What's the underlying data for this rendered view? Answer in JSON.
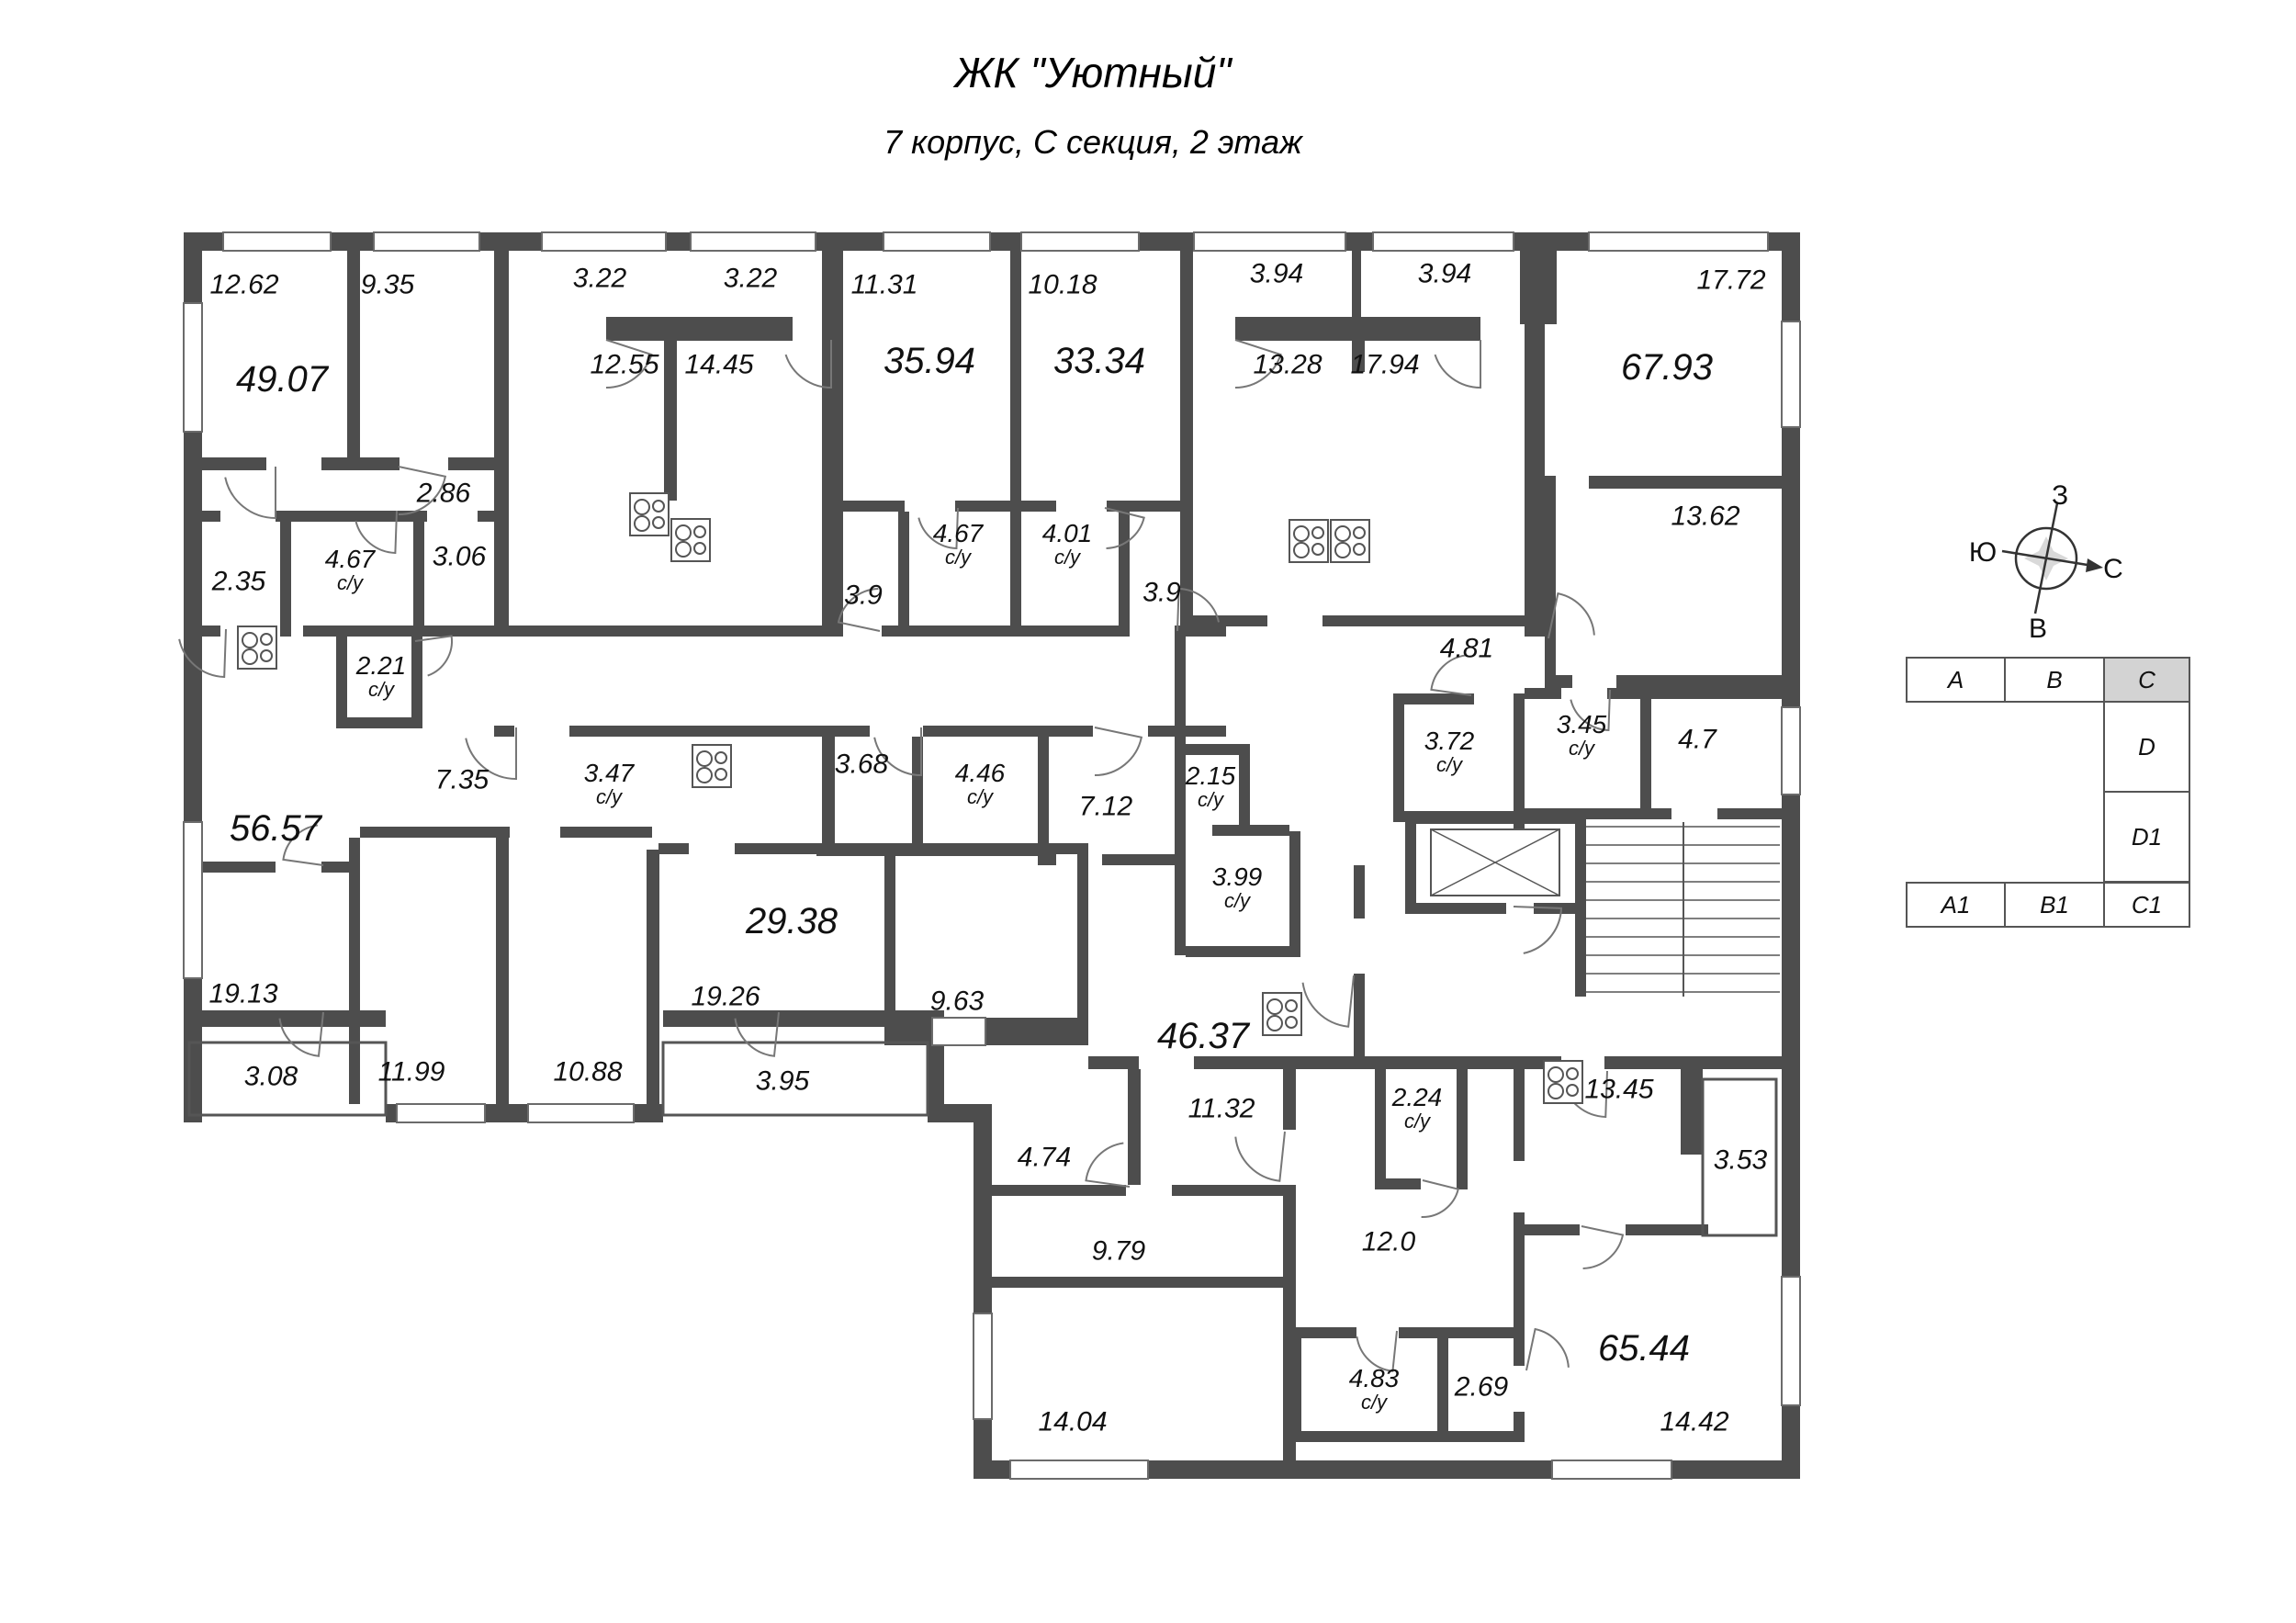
{
  "title": "ЖК \"Уютный\"",
  "subtitle": "7 корпус, С секция, 2 этаж",
  "wc_label": "с/у",
  "colors": {
    "wall": "#4d4d4d",
    "line": "#555555",
    "section_active_fill": "#d3d3d3"
  },
  "compass": {
    "west": "З",
    "south": "Ю",
    "north": "С",
    "east": "В"
  },
  "section_key": {
    "active": "C",
    "top_row": [
      "A",
      "B",
      "C"
    ],
    "right_column": [
      "D",
      "D1"
    ],
    "bottom_row": [
      "A1",
      "B1",
      "C1"
    ]
  },
  "rooms": [
    {
      "id": "apt1-total",
      "area": "49.07",
      "kind": "total"
    },
    {
      "id": "room-12-62",
      "area": "12.62",
      "kind": "room"
    },
    {
      "id": "room-9-35",
      "area": "9.35",
      "kind": "room"
    },
    {
      "id": "hall-3-22-a",
      "area": "3.22",
      "kind": "room"
    },
    {
      "id": "hall-3-22-b",
      "area": "3.22",
      "kind": "room"
    },
    {
      "id": "room-12-55",
      "area": "12.55",
      "kind": "room"
    },
    {
      "id": "room-14-45",
      "area": "14.45",
      "kind": "room"
    },
    {
      "id": "room-11-31",
      "area": "11.31",
      "kind": "room"
    },
    {
      "id": "room-10-18",
      "area": "10.18",
      "kind": "room"
    },
    {
      "id": "apt2-total",
      "area": "35.94",
      "kind": "total"
    },
    {
      "id": "apt3-total",
      "area": "33.34",
      "kind": "total"
    },
    {
      "id": "hall-3-94-a",
      "area": "3.94",
      "kind": "room"
    },
    {
      "id": "hall-3-94-b",
      "area": "3.94",
      "kind": "room"
    },
    {
      "id": "room-13-28",
      "area": "13.28",
      "kind": "room"
    },
    {
      "id": "room-17-94",
      "area": "17.94",
      "kind": "room"
    },
    {
      "id": "room-17-72",
      "area": "17.72",
      "kind": "room"
    },
    {
      "id": "apt4-total",
      "area": "67.93",
      "kind": "total"
    },
    {
      "id": "room-13-62",
      "area": "13.62",
      "kind": "room"
    },
    {
      "id": "hall-2-86",
      "area": "2.86",
      "kind": "room"
    },
    {
      "id": "room-3-06",
      "area": "3.06",
      "kind": "room"
    },
    {
      "id": "room-2-35",
      "area": "2.35",
      "kind": "room"
    },
    {
      "id": "wc-4-67-left",
      "area": "4.67",
      "kind": "wc"
    },
    {
      "id": "wc-2-21",
      "area": "2.21",
      "kind": "wc"
    },
    {
      "id": "room-3-9-left",
      "area": "3.9",
      "kind": "room"
    },
    {
      "id": "wc-4-67-mid",
      "area": "4.67",
      "kind": "wc"
    },
    {
      "id": "wc-4-01",
      "area": "4.01",
      "kind": "wc"
    },
    {
      "id": "room-3-9-right",
      "area": "3.9",
      "kind": "room"
    },
    {
      "id": "hall-4-81",
      "area": "4.81",
      "kind": "room"
    },
    {
      "id": "wc-3-72",
      "area": "3.72",
      "kind": "wc"
    },
    {
      "id": "wc-3-45",
      "area": "3.45",
      "kind": "wc"
    },
    {
      "id": "room-4-7",
      "area": "4.7",
      "kind": "room"
    },
    {
      "id": "hall-7-35",
      "area": "7.35",
      "kind": "room"
    },
    {
      "id": "wc-3-47",
      "area": "3.47",
      "kind": "wc"
    },
    {
      "id": "room-3-68",
      "area": "3.68",
      "kind": "room"
    },
    {
      "id": "wc-4-46",
      "area": "4.46",
      "kind": "wc"
    },
    {
      "id": "hall-7-12",
      "area": "7.12",
      "kind": "room"
    },
    {
      "id": "wc-2-15",
      "area": "2.15",
      "kind": "wc"
    },
    {
      "id": "wc-3-99",
      "area": "3.99",
      "kind": "wc"
    },
    {
      "id": "apt5-total",
      "area": "56.57",
      "kind": "total"
    },
    {
      "id": "apt6-total",
      "area": "29.38",
      "kind": "total"
    },
    {
      "id": "room-19-13",
      "area": "19.13",
      "kind": "room"
    },
    {
      "id": "balcony-3-08",
      "area": "3.08",
      "kind": "room"
    },
    {
      "id": "room-11-99",
      "area": "11.99",
      "kind": "room"
    },
    {
      "id": "room-10-88",
      "area": "10.88",
      "kind": "room"
    },
    {
      "id": "room-19-26",
      "area": "19.26",
      "kind": "room"
    },
    {
      "id": "balcony-3-95",
      "area": "3.95",
      "kind": "room"
    },
    {
      "id": "room-9-63",
      "area": "9.63",
      "kind": "room"
    },
    {
      "id": "apt7-total",
      "area": "46.37",
      "kind": "total"
    },
    {
      "id": "room-11-32",
      "area": "11.32",
      "kind": "room"
    },
    {
      "id": "wc-2-24",
      "area": "2.24",
      "kind": "wc"
    },
    {
      "id": "room-13-45",
      "area": "13.45",
      "kind": "room"
    },
    {
      "id": "balcony-3-53",
      "area": "3.53",
      "kind": "room"
    },
    {
      "id": "hall-4-74",
      "area": "4.74",
      "kind": "room"
    },
    {
      "id": "room-9-79",
      "area": "9.79",
      "kind": "room"
    },
    {
      "id": "room-12-0",
      "area": "12.0",
      "kind": "room"
    },
    {
      "id": "room-14-04",
      "area": "14.04",
      "kind": "room"
    },
    {
      "id": "wc-4-83",
      "area": "4.83",
      "kind": "wc"
    },
    {
      "id": "room-2-69",
      "area": "2.69",
      "kind": "room"
    },
    {
      "id": "apt8-total",
      "area": "65.44",
      "kind": "total"
    },
    {
      "id": "room-14-42",
      "area": "14.42",
      "kind": "room"
    }
  ]
}
